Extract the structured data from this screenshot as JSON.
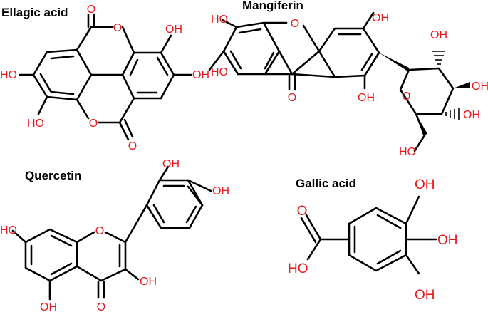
{
  "colors": {
    "text": "#000000",
    "heteroatom": "#e8191a",
    "bond": "#000000",
    "background": "#ffffff"
  },
  "molecules": [
    {
      "name": "Ellagic acid",
      "labels": [
        "O",
        "O",
        "OH",
        "HO",
        "OH",
        "HO",
        "O",
        "O"
      ]
    },
    {
      "name": "Mangiferin",
      "labels": [
        "O",
        "HO",
        "HO",
        "O",
        "OH",
        "OH",
        "O",
        "OH",
        "OH",
        "OH",
        "HO"
      ]
    },
    {
      "name": "Quercetin",
      "labels": [
        "OH",
        "OH",
        "O",
        "HO",
        "OH",
        "OH",
        "O"
      ]
    },
    {
      "name": "Gallic acid",
      "labels": [
        "OH",
        "O",
        "OH",
        "HO",
        "OH"
      ]
    }
  ]
}
